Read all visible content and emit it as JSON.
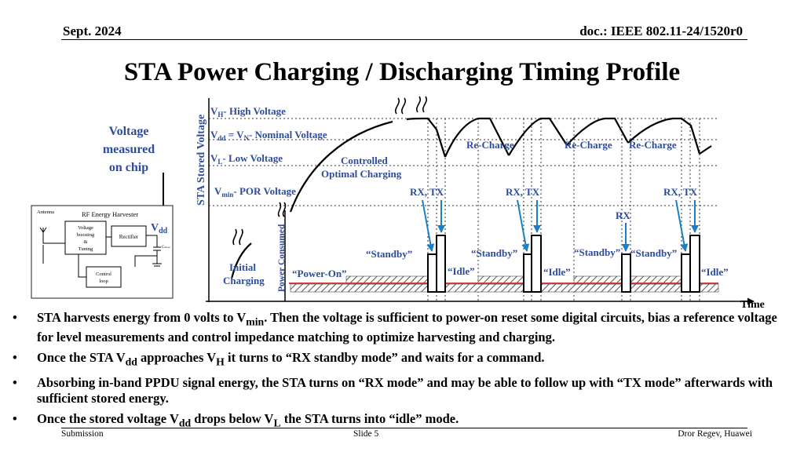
{
  "header": {
    "date": "Sept. 2024",
    "doc": "doc.: IEEE 802.11-24/1520r0"
  },
  "title": "STA Power Charging / Discharging Timing Profile",
  "diagram": {
    "voltage_measured": [
      "Voltage",
      "measured",
      "on chip"
    ],
    "vdd_pin": {
      "main": "V",
      "sub": "dd"
    },
    "harvester": {
      "title": "RF Energy Harvester",
      "antenna": "Antenna",
      "boosting": [
        "Voltage",
        "boosting",
        "&",
        "Tuning"
      ],
      "rectifier": "Rectifier",
      "cstore": "C",
      "cstore_sub": "Store",
      "control": [
        "Control",
        "loop"
      ]
    },
    "y_axis_upper": "STA Stored Voltage",
    "y_axis_lower": "Power Consumed",
    "x_axis": "Time",
    "levels": {
      "vh": {
        "main": "V",
        "sub": "H",
        "rest": "- High Voltage"
      },
      "vdd": {
        "main": "V",
        "sub": "dd",
        "mid": " = V",
        "sub2": "N",
        "rest": "- Nominal Voltage"
      },
      "vl": {
        "main": "V",
        "sub": "L",
        "rest": "- Low Voltage"
      },
      "vmin": {
        "main": "V",
        "sub": "min",
        "rest": "- POR Voltage"
      }
    },
    "controlled": [
      "Controlled",
      "Optimal Charging"
    ],
    "recharge": [
      "Re-Charge",
      "Re-Charge",
      "Re-Charge"
    ],
    "rxtx": [
      "RX, TX",
      "RX, TX",
      "RX, TX"
    ],
    "rx": "RX",
    "standby": [
      "“Standby”",
      "“Standby”",
      "“Standby”",
      "“Standby”"
    ],
    "idle": [
      "“Idle”",
      "“Idle”",
      "“Idle”"
    ],
    "power_on": "“Power-On”",
    "initial": [
      "Initial",
      "Charging"
    ]
  },
  "bullets": [
    {
      "parts": [
        "STA harvests energy from 0 volts to V",
        "min",
        ". Then the voltage is sufficient to power-on reset some digital circuits, bias a reference voltage for level measurements and control impedance matching to optimize harvesting and charging."
      ]
    },
    {
      "parts": [
        "Once the STA V",
        "dd",
        " approaches V",
        "H",
        "  it turns to “RX standby mode” and waits for a command."
      ]
    },
    {
      "parts": [
        "Absorbing in-band PPDU signal energy, the STA turns on “RX mode” and may be able to follow up with “TX mode” afterwards with sufficient stored energy."
      ]
    },
    {
      "parts": [
        "Once the stored voltage V",
        "dd",
        " drops below V",
        "L",
        " the STA turns into “idle” mode."
      ]
    }
  ],
  "footer": {
    "left": "Submission",
    "center": "Slide 5",
    "right": "Dror Regev, Huawei"
  },
  "colors": {
    "label_blue": "#2e4c9c",
    "arrow_blue": "#1a7fc4",
    "red_line": "#d22a2a"
  }
}
